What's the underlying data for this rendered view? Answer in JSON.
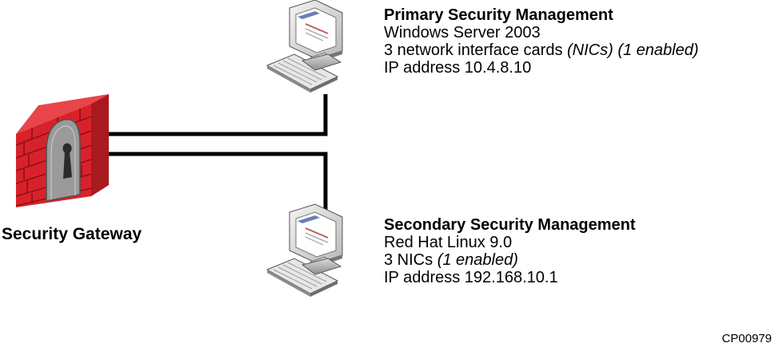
{
  "gateway": {
    "label": "Security Gateway"
  },
  "primary": {
    "title": "Primary Security Management",
    "os": "Windows Server 2003",
    "nics_prefix": "3 network interface cards ",
    "nics_italic": "(NICs) (1 enabled)",
    "ip": "IP address 10.4.8.10"
  },
  "secondary": {
    "title": "Secondary Security Management",
    "os": "Red Hat Linux 9.0",
    "nics_prefix": "3 NICs ",
    "nics_italic": "(1 enabled)",
    "ip": "IP address 192.168.10.1"
  },
  "figure_id": "CP00979",
  "colors": {
    "brick": "#d8222b",
    "mortar": "#a51418",
    "arch": "#9a9a9a",
    "line": "#000000"
  },
  "icons": [
    "firewall-icon",
    "computer-icon"
  ]
}
